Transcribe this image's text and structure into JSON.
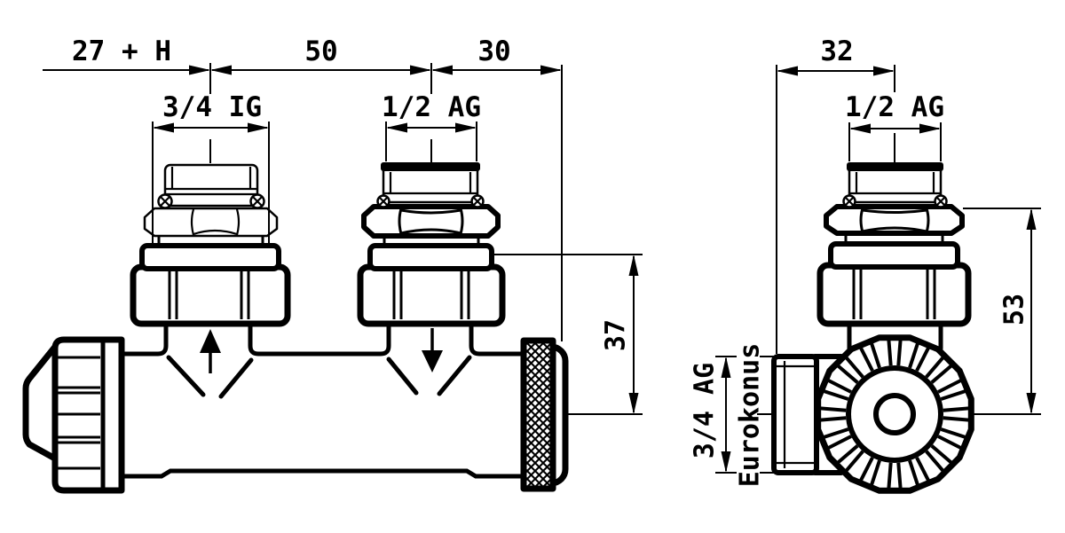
{
  "title": "Two-pipe valve connection block - dimensioned technical drawing",
  "colors": {
    "line": "#000000",
    "background": "#ffffff"
  },
  "labels": {
    "dim_27_h": "27 + H",
    "dim_50": "50",
    "dim_30": "30",
    "port1_size": "3/4 IG",
    "port2_size": "1/2 AG",
    "dim_37": "37",
    "dim_32": "32",
    "side_port_size": "1/2 AG",
    "dim_53": "53",
    "tail_size": "3/4 AG",
    "tail_type": "Eurokonus"
  },
  "icons": {
    "flow_up_arrow": "triangle-up",
    "flow_down_arrow": "triangle-down"
  }
}
